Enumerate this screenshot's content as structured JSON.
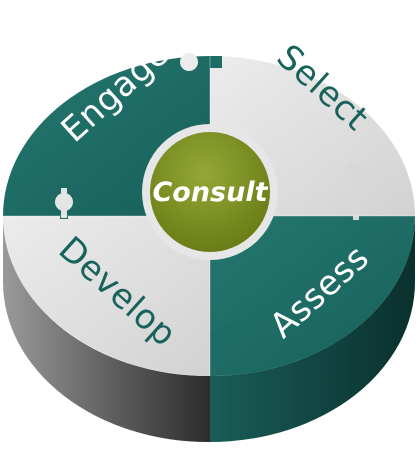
{
  "diagram": {
    "center": {
      "label": "Consult"
    },
    "segments": [
      {
        "key": "engage",
        "label": "Engage"
      },
      {
        "key": "select",
        "label": "Select"
      },
      {
        "key": "assess",
        "label": "Assess"
      },
      {
        "key": "develop",
        "label": "Develop"
      }
    ]
  },
  "colors": {
    "teal": "#1b6b64",
    "teal_light": "#2a847b",
    "grey_top": "#dcdcdc",
    "grey_side": "#585858",
    "teal_side": "#0d3f3b",
    "olive": "#7a8e1f",
    "label_on_teal": "#ffffff",
    "label_on_grey": "#17635c",
    "center_text": "#ffffff"
  }
}
